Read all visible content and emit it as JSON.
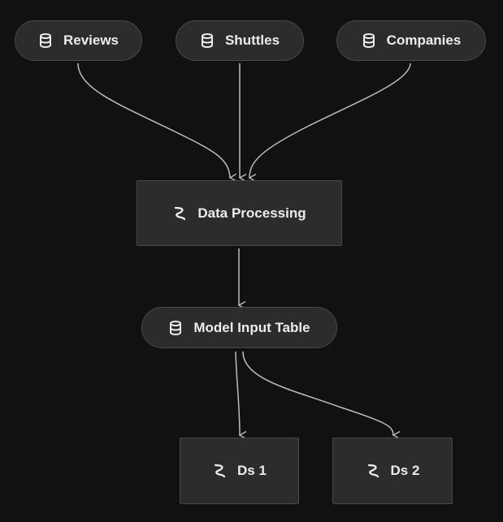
{
  "colors": {
    "background": "#111111",
    "node_fill": "#2c2c2e",
    "node_border": "#48484a",
    "edge": "#bdbdbd",
    "text": "#ececec"
  },
  "nodes": {
    "reviews": {
      "label": "Reviews",
      "kind": "dataset",
      "icon": "database-icon"
    },
    "shuttles": {
      "label": "Shuttles",
      "kind": "dataset",
      "icon": "database-icon"
    },
    "companies": {
      "label": "Companies",
      "kind": "dataset",
      "icon": "database-icon"
    },
    "data_processing": {
      "label": "Data Processing",
      "kind": "task",
      "icon": "node-icon"
    },
    "model_input_table": {
      "label": "Model Input Table",
      "kind": "dataset",
      "icon": "database-icon"
    },
    "ds_1": {
      "label": "Ds 1",
      "kind": "task",
      "icon": "node-icon"
    },
    "ds_2": {
      "label": "Ds 2",
      "kind": "task",
      "icon": "node-icon"
    }
  },
  "edges": [
    {
      "from": "reviews",
      "to": "data_processing"
    },
    {
      "from": "shuttles",
      "to": "data_processing"
    },
    {
      "from": "companies",
      "to": "data_processing"
    },
    {
      "from": "data_processing",
      "to": "model_input_table"
    },
    {
      "from": "model_input_table",
      "to": "ds_1"
    },
    {
      "from": "model_input_table",
      "to": "ds_2"
    }
  ]
}
